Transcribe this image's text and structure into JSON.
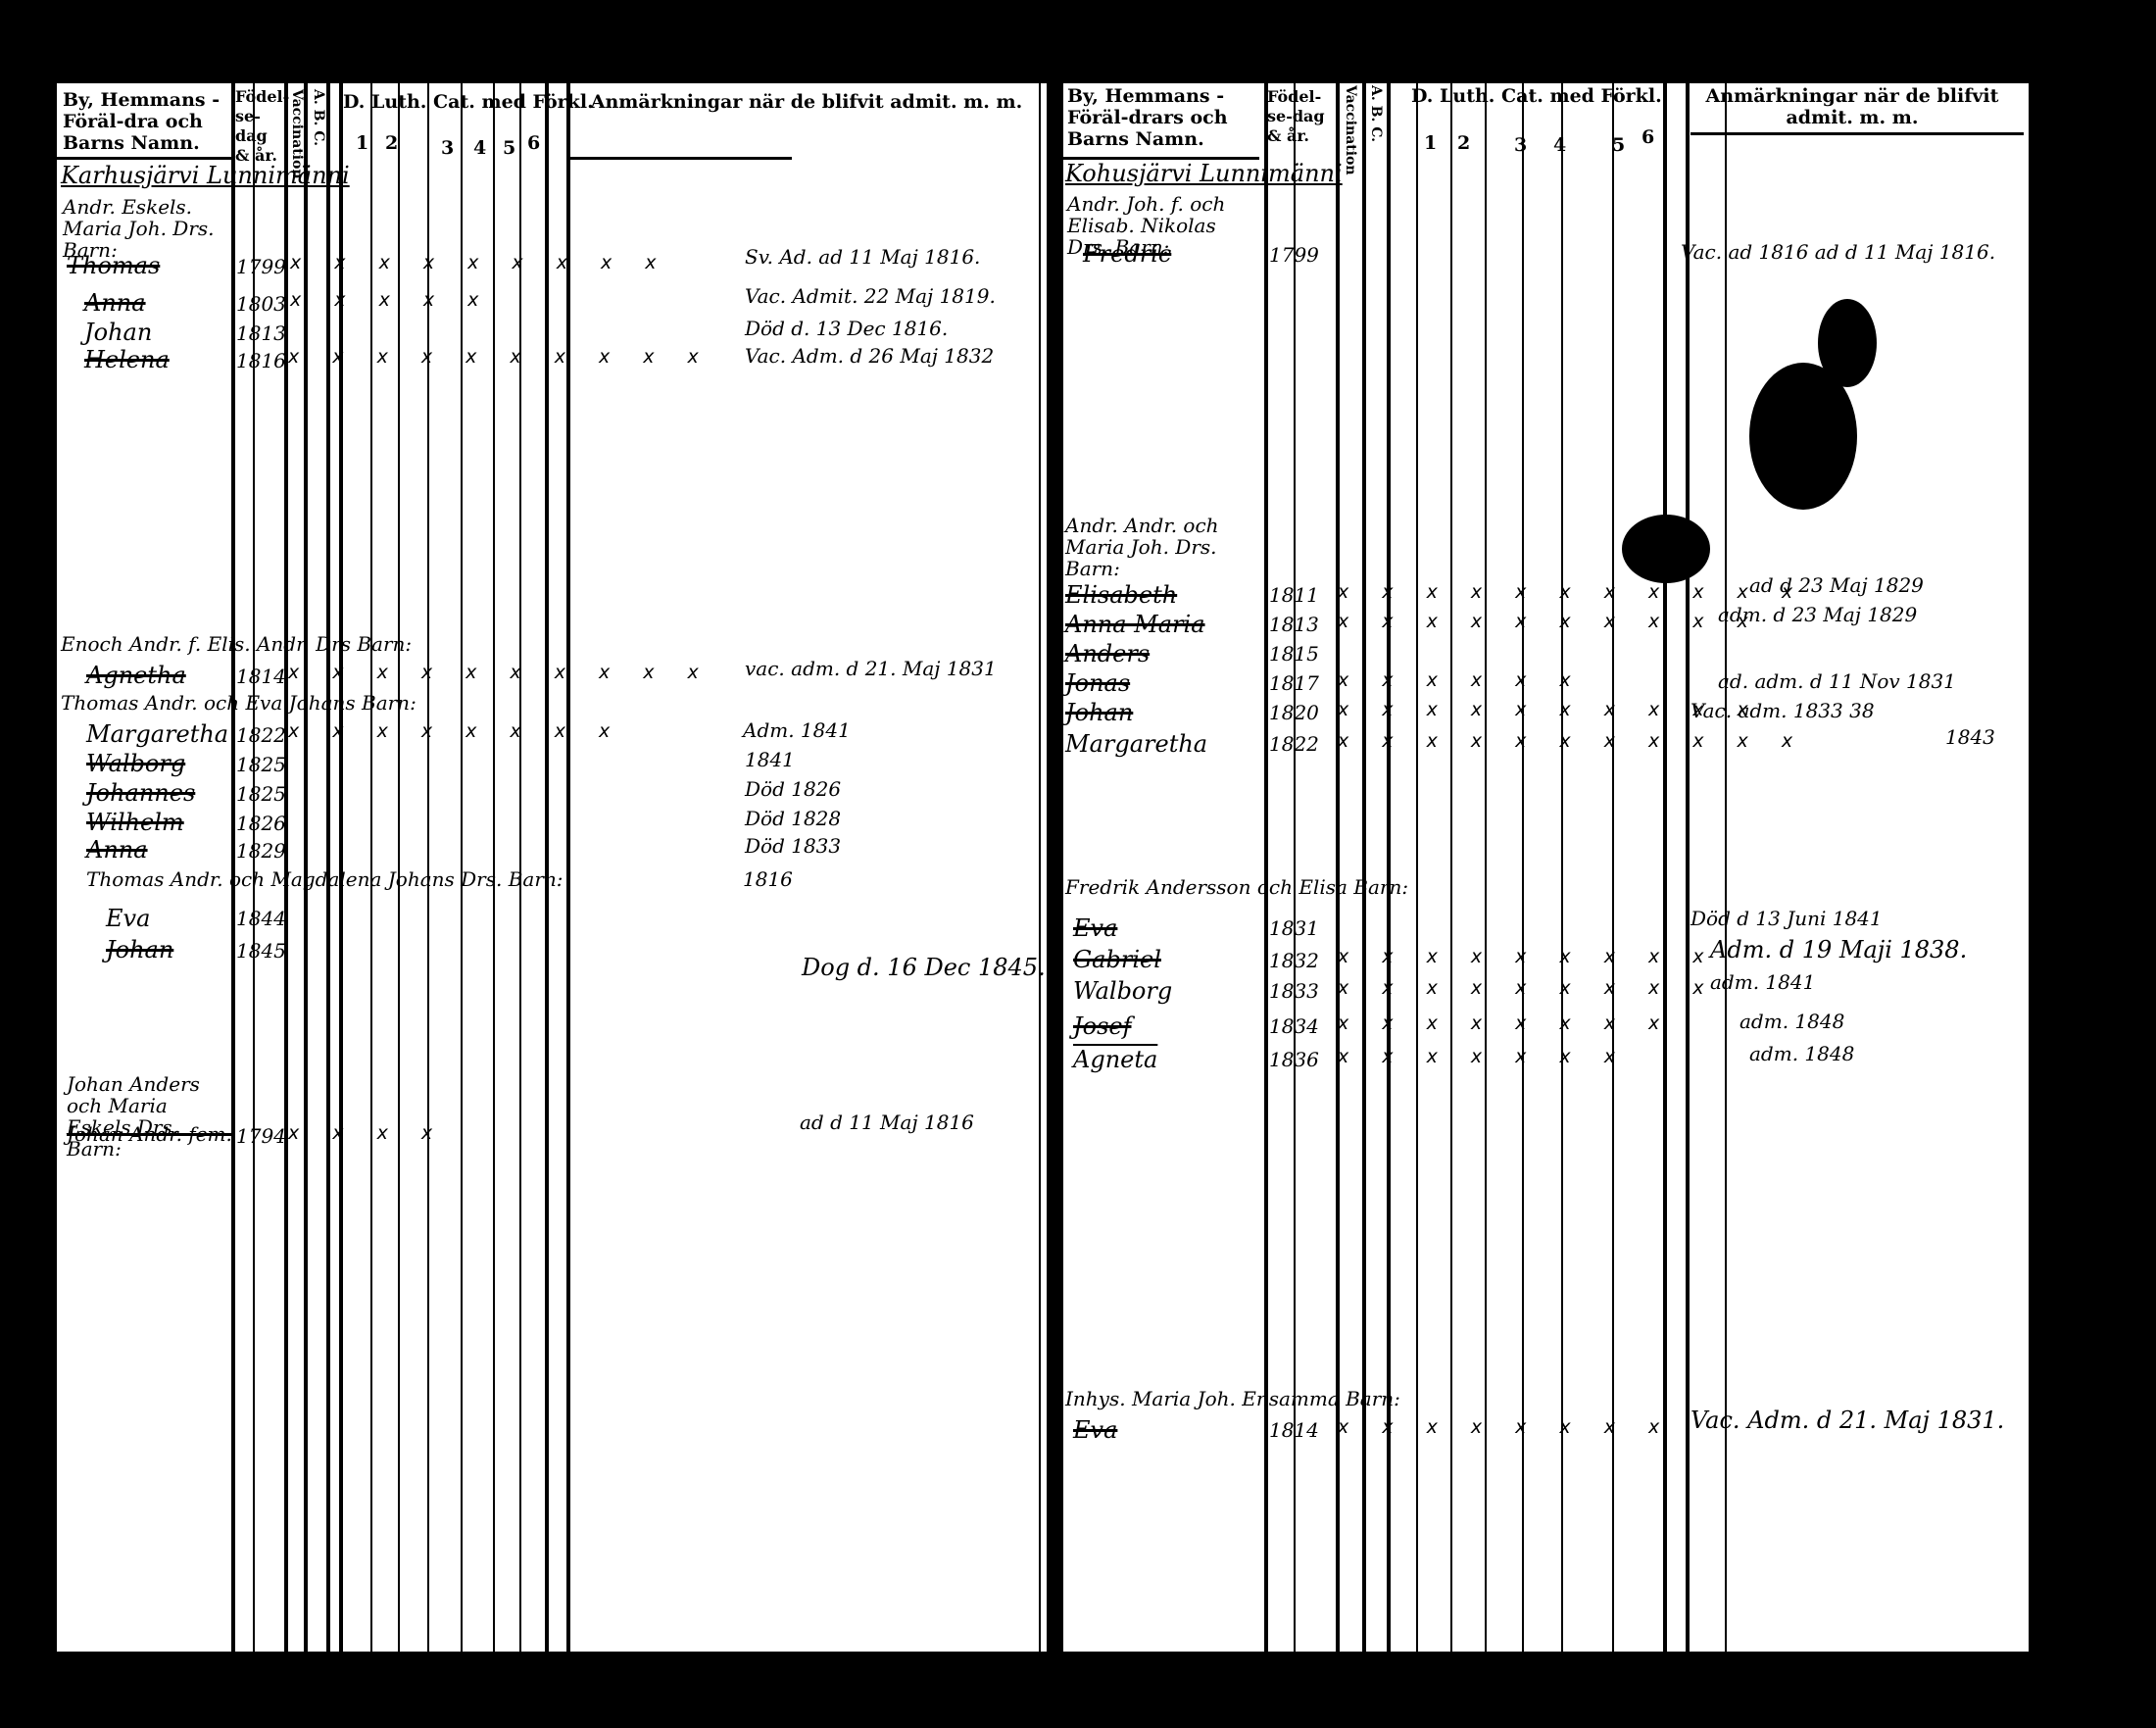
{
  "header": {
    "by_col": "By, Hemmans - Föräl-dra och Barns Namn.",
    "by_col_right": "By, Hemmans - Föräl-drars och Barns Namn.",
    "fodel_col": "Födel-se-dag & år.",
    "vaccin_col": "Vaccination",
    "abc_col": "A. B. C.",
    "luth_col": "D. Luth. Cat. med Förkl.",
    "luth_nums": [
      "1",
      "2",
      "3",
      "4",
      "5",
      "6"
    ],
    "anm_col": "Anmärkningar när de blifvit admit. m. m."
  },
  "left_page": {
    "village": "Karhusjärvi Lunnimänni",
    "entries": [
      {
        "name": "Andr. Eskels. Maria Joh. Drs. Barn:",
        "date": "",
        "note": ""
      },
      {
        "name": "Thomas",
        "date": "1799",
        "note": "Sv. Ad. ad 11 Maj 1816."
      },
      {
        "name": "Anna",
        "date": "1803",
        "note": "Vac. Admit. 22 Maj 1819."
      },
      {
        "name": "Johan",
        "date": "1813",
        "note": "Död d. 13 Dec 1816."
      },
      {
        "name": "Helena",
        "date": "1816",
        "note": "Vac. Adm. d 26 Maj 1832"
      },
      {
        "name": "Enoch Andr. f. Elis. Andr. Drs Barn:",
        "date": "",
        "note": ""
      },
      {
        "name": "Agnetha",
        "date": "1814",
        "note": "vac. adm. d 21. Maj 1831"
      },
      {
        "name": "Thomas Andr. och Eva Johans Barn:",
        "date": "",
        "note": ""
      },
      {
        "name": "Margaretha",
        "date": "1822",
        "note": "Adm. 1841"
      },
      {
        "name": "Walborg",
        "date": "1825",
        "note": "1841"
      },
      {
        "name": "Johannes",
        "date": "1825",
        "note": "Död 1826"
      },
      {
        "name": "Wilhelm",
        "date": "1826",
        "note": "Död 1828"
      },
      {
        "name": "Anna",
        "date": "1829",
        "note": "Död 1833"
      },
      {
        "name": "Thomas Andr. och Magdalena Johans Drs. Barn:",
        "date": "",
        "note": "1816"
      },
      {
        "name": "Eva",
        "date": "1844",
        "note": ""
      },
      {
        "name": "Johan",
        "date": "1845",
        "note": "Dog d. 16 Dec 1845."
      },
      {
        "name": "Johan Anders och Maria Eskels Drs. Barn:",
        "date": "",
        "note": ""
      },
      {
        "name": "Johan Andr. fem.",
        "date": "1794",
        "note": "ad d 11 Maj 1816"
      }
    ]
  },
  "right_page": {
    "village": "Kohusjärvi Lunnimänni",
    "entries": [
      {
        "name": "Andr. Joh. f. och Elisab. Nikolas Drs. Barn:",
        "date": "",
        "note": ""
      },
      {
        "name": "Fredric",
        "date": "1799",
        "note": "Vac. ad 1816 ad d 11 Maj 1816."
      },
      {
        "name": "Andr. Andr. och Maria Joh. Drs. Barn:",
        "date": "",
        "note": ""
      },
      {
        "name": "Elisabeth",
        "date": "1811",
        "note": "ad d 23 Maj 1829"
      },
      {
        "name": "Anna Maria",
        "date": "1813",
        "note": "adm. d 23 Maj 1829"
      },
      {
        "name": "Anders",
        "date": "1815",
        "note": "ad. adm. d 11 Nov 1831"
      },
      {
        "name": "Jonas",
        "date": "1817",
        "note": ""
      },
      {
        "name": "Johan",
        "date": "1820",
        "note": "Vac. adm. 1833 38"
      },
      {
        "name": "Margaretha",
        "date": "1822",
        "note": "1843"
      },
      {
        "name": "Fredrik Andersson och Elisa Barn:",
        "date": "",
        "note": "Död d 13 Juni 1841"
      },
      {
        "name": "Eva",
        "date": "1831",
        "note": ""
      },
      {
        "name": "Gabriel",
        "date": "1832",
        "note": "Adm. d 19 Maji 1838."
      },
      {
        "name": "Walborg",
        "date": "1833",
        "note": "adm. 1841"
      },
      {
        "name": "Josef",
        "date": "1834",
        "note": "adm. 1848"
      },
      {
        "name": "Agneta",
        "date": "1836",
        "note": "adm. 1848"
      },
      {
        "name": "Inhys. Maria Joh. Ensamma Barn:",
        "date": "",
        "note": ""
      },
      {
        "name": "Eva",
        "date": "1814",
        "note": "Vac. Adm. d 21. Maj 1831."
      }
    ]
  }
}
